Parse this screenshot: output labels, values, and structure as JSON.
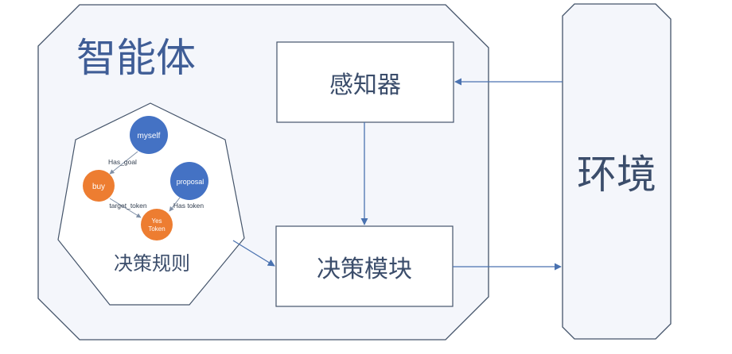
{
  "agent": {
    "title": "智能体"
  },
  "sensor": {
    "label": "感知器"
  },
  "decision": {
    "label": "决策模块"
  },
  "environment": {
    "label": "环境"
  },
  "rules": {
    "label": "决策规则",
    "nodes": {
      "myself": "myself",
      "buy": "buy",
      "proposal": "proposal",
      "yes_token_line1": "Yes",
      "yes_token_line2": "Token"
    },
    "edges": {
      "has_goal": "Has_goal",
      "target_token": "target_token",
      "has_token": "Has token"
    }
  },
  "colors": {
    "border": "#44546a",
    "frame_fill": "#f4f6fb",
    "text": "#3b4d6b",
    "arrow": "#4a72b0",
    "node_blue": "#4472c4",
    "node_orange": "#ed7d31"
  }
}
